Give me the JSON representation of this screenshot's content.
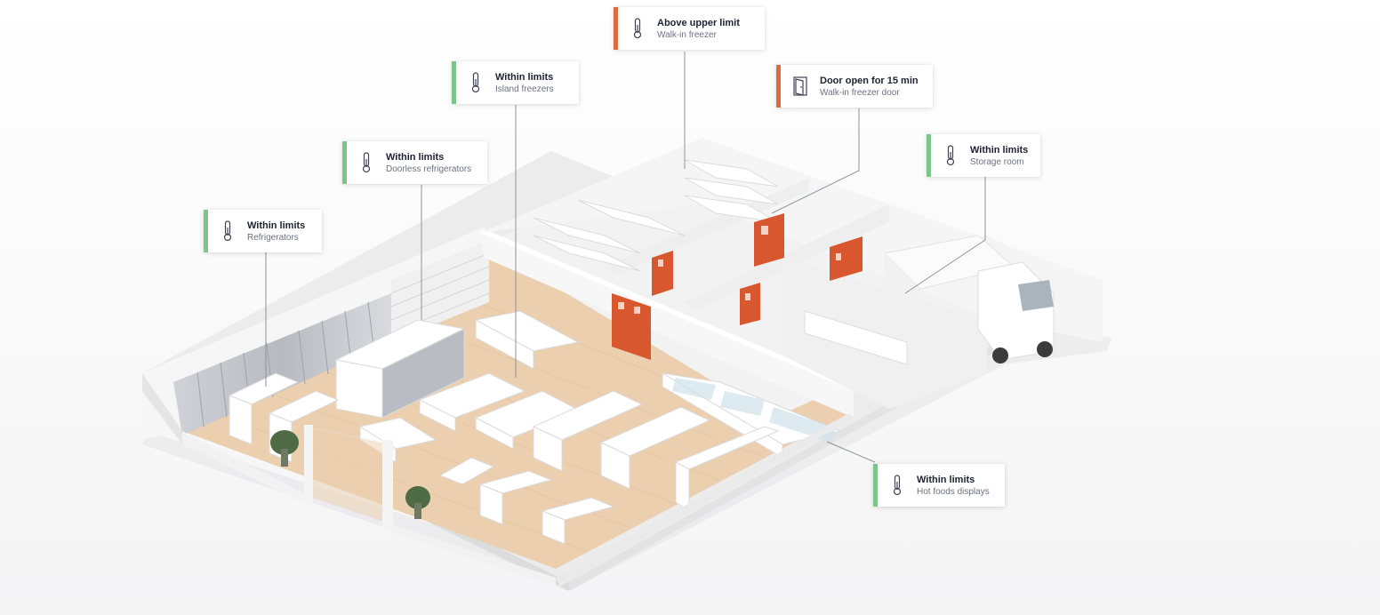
{
  "colors": {
    "ok": "#7cc58a",
    "alert": "#e06a3f",
    "floor": "#eccfae",
    "wall": "#f3f3f3",
    "door": "#d9572f"
  },
  "sensors": [
    {
      "status": "Above upper limit",
      "location": "Walk-in freezer",
      "state": "alert",
      "icon": "thermometer-icon"
    },
    {
      "status": "Within limits",
      "location": "Island freezers",
      "state": "ok",
      "icon": "thermometer-icon"
    },
    {
      "status": "Door open for 15 min",
      "location": "Walk-in freezer door",
      "state": "alert",
      "icon": "door-icon"
    },
    {
      "status": "Within limits",
      "location": "Doorless refrigerators",
      "state": "ok",
      "icon": "thermometer-icon"
    },
    {
      "status": "Within limits",
      "location": "Storage room",
      "state": "ok",
      "icon": "thermometer-icon"
    },
    {
      "status": "Within limits",
      "location": "Refrigerators",
      "state": "ok",
      "icon": "thermometer-icon"
    },
    {
      "status": "Within limits",
      "location": "Hot foods displays",
      "state": "ok",
      "icon": "thermometer-icon"
    }
  ]
}
